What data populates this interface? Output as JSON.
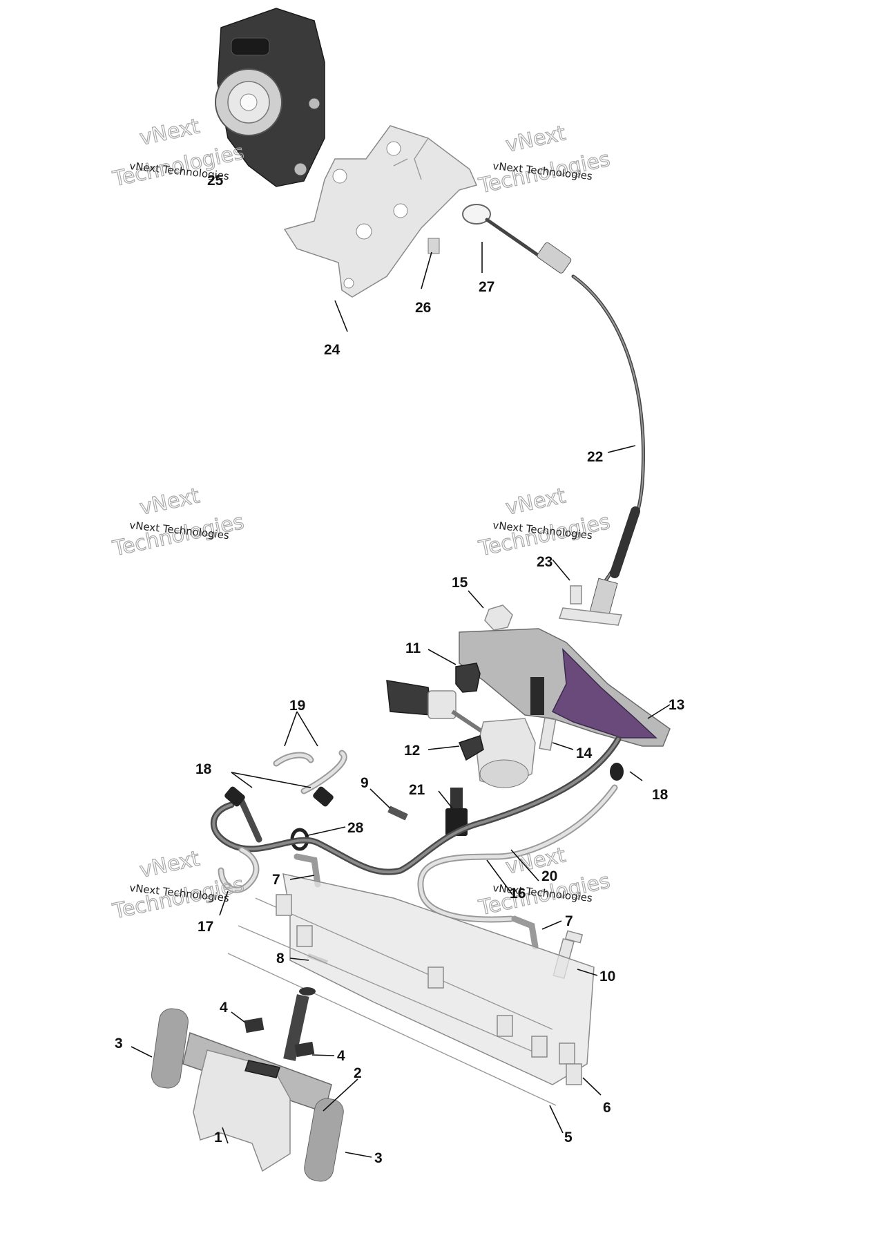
{
  "watermark": {
    "line1": "vNext Technologies",
    "line2": "vNext",
    "line3": "Technologies"
  },
  "callouts": [
    "1",
    "2",
    "3",
    "3",
    "4",
    "4",
    "5",
    "6",
    "7",
    "7",
    "8",
    "9",
    "10",
    "11",
    "12",
    "13",
    "14",
    "15",
    "16",
    "17",
    "18",
    "18",
    "19",
    "20",
    "21",
    "22",
    "23",
    "24",
    "25",
    "26",
    "27",
    "28"
  ],
  "colors": {
    "part_light": "#e6e6e6",
    "part_dark": "#3a3a3a",
    "highlight": "#6a4a7a"
  }
}
